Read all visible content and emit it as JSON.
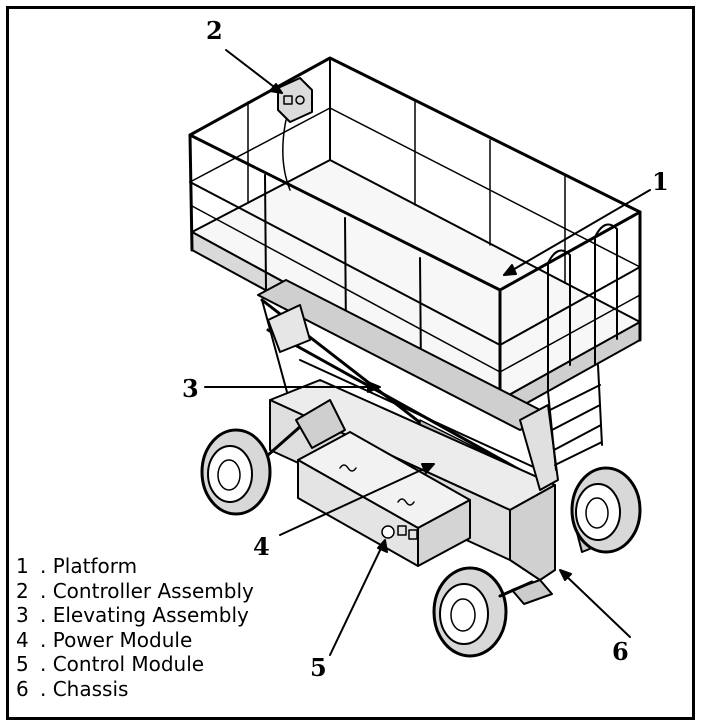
{
  "figure": {
    "description_labels": [
      {
        "number": "1",
        "name": "Platform"
      },
      {
        "number": "2",
        "name": "Controller Assembly"
      },
      {
        "number": "3",
        "name": "Elevating Assembly"
      },
      {
        "number": "4",
        "name": "Power Module"
      },
      {
        "number": "5",
        "name": "Control Module"
      },
      {
        "number": "6",
        "name": "Chassis"
      }
    ],
    "callouts": [
      "1",
      "2",
      "3",
      "4",
      "5",
      "6"
    ],
    "colors": {
      "line": "#000000",
      "background": "#ffffff",
      "shade": "#bdbdbd"
    },
    "illustration": "scissor-lift"
  }
}
